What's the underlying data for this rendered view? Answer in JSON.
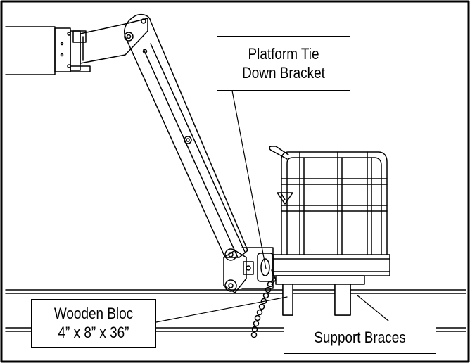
{
  "callouts": {
    "tie_down_bracket": {
      "line1": "Platform Tie",
      "line2": "Down Bracket"
    },
    "wooden_block": {
      "line1": "Wooden Bloc",
      "line2": "4” x 8” x 36”"
    },
    "support_braces": {
      "line1": "Support Braces"
    }
  },
  "colors": {
    "line": "#000000",
    "background": "#ffffff"
  }
}
